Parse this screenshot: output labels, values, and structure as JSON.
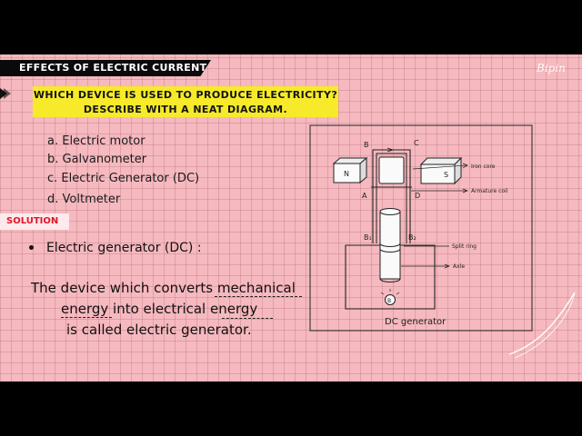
{
  "header": {
    "banner": "EFFECTS OF ELECTRIC CURRENT",
    "watermark": "Bipin"
  },
  "question": {
    "line1": "WHICH DEVICE IS USED TO PRODUCE ELECTRICITY?",
    "line2": "DESCRIBE WITH A NEAT DIAGRAM."
  },
  "options": [
    "a. Electric motor",
    "b. Galvanometer",
    "c. Electric Generator (DC)",
    "d. Voltmeter"
  ],
  "solution": {
    "badge": "SOLUTION",
    "heading": "Electric generator (DC) :",
    "desc_line1_a": "The device which converts ",
    "desc_line1_b": "mechanical",
    "desc_line2_a": "energy",
    "desc_line2_b": "  into electrical ",
    "desc_line2_c": "energy",
    "desc_line3": "is called electric generator."
  },
  "diagram": {
    "caption": "DC generator",
    "magnet_north": "N",
    "magnet_south": "S",
    "corner_a": "A",
    "corner_b": "B",
    "corner_c": "C",
    "corner_d": "D",
    "brush_1": "B₁",
    "brush_2": "B₂",
    "label_iron_core": "Iron core",
    "label_armature_coil": "Armature coil",
    "label_split_ring": "Split ring",
    "label_axle": "Axle",
    "bulb_label": "B"
  },
  "colors": {
    "slide_bg": "#f5b9bf",
    "question_highlight": "#f6ea2a",
    "solution_text": "#e0152b"
  }
}
